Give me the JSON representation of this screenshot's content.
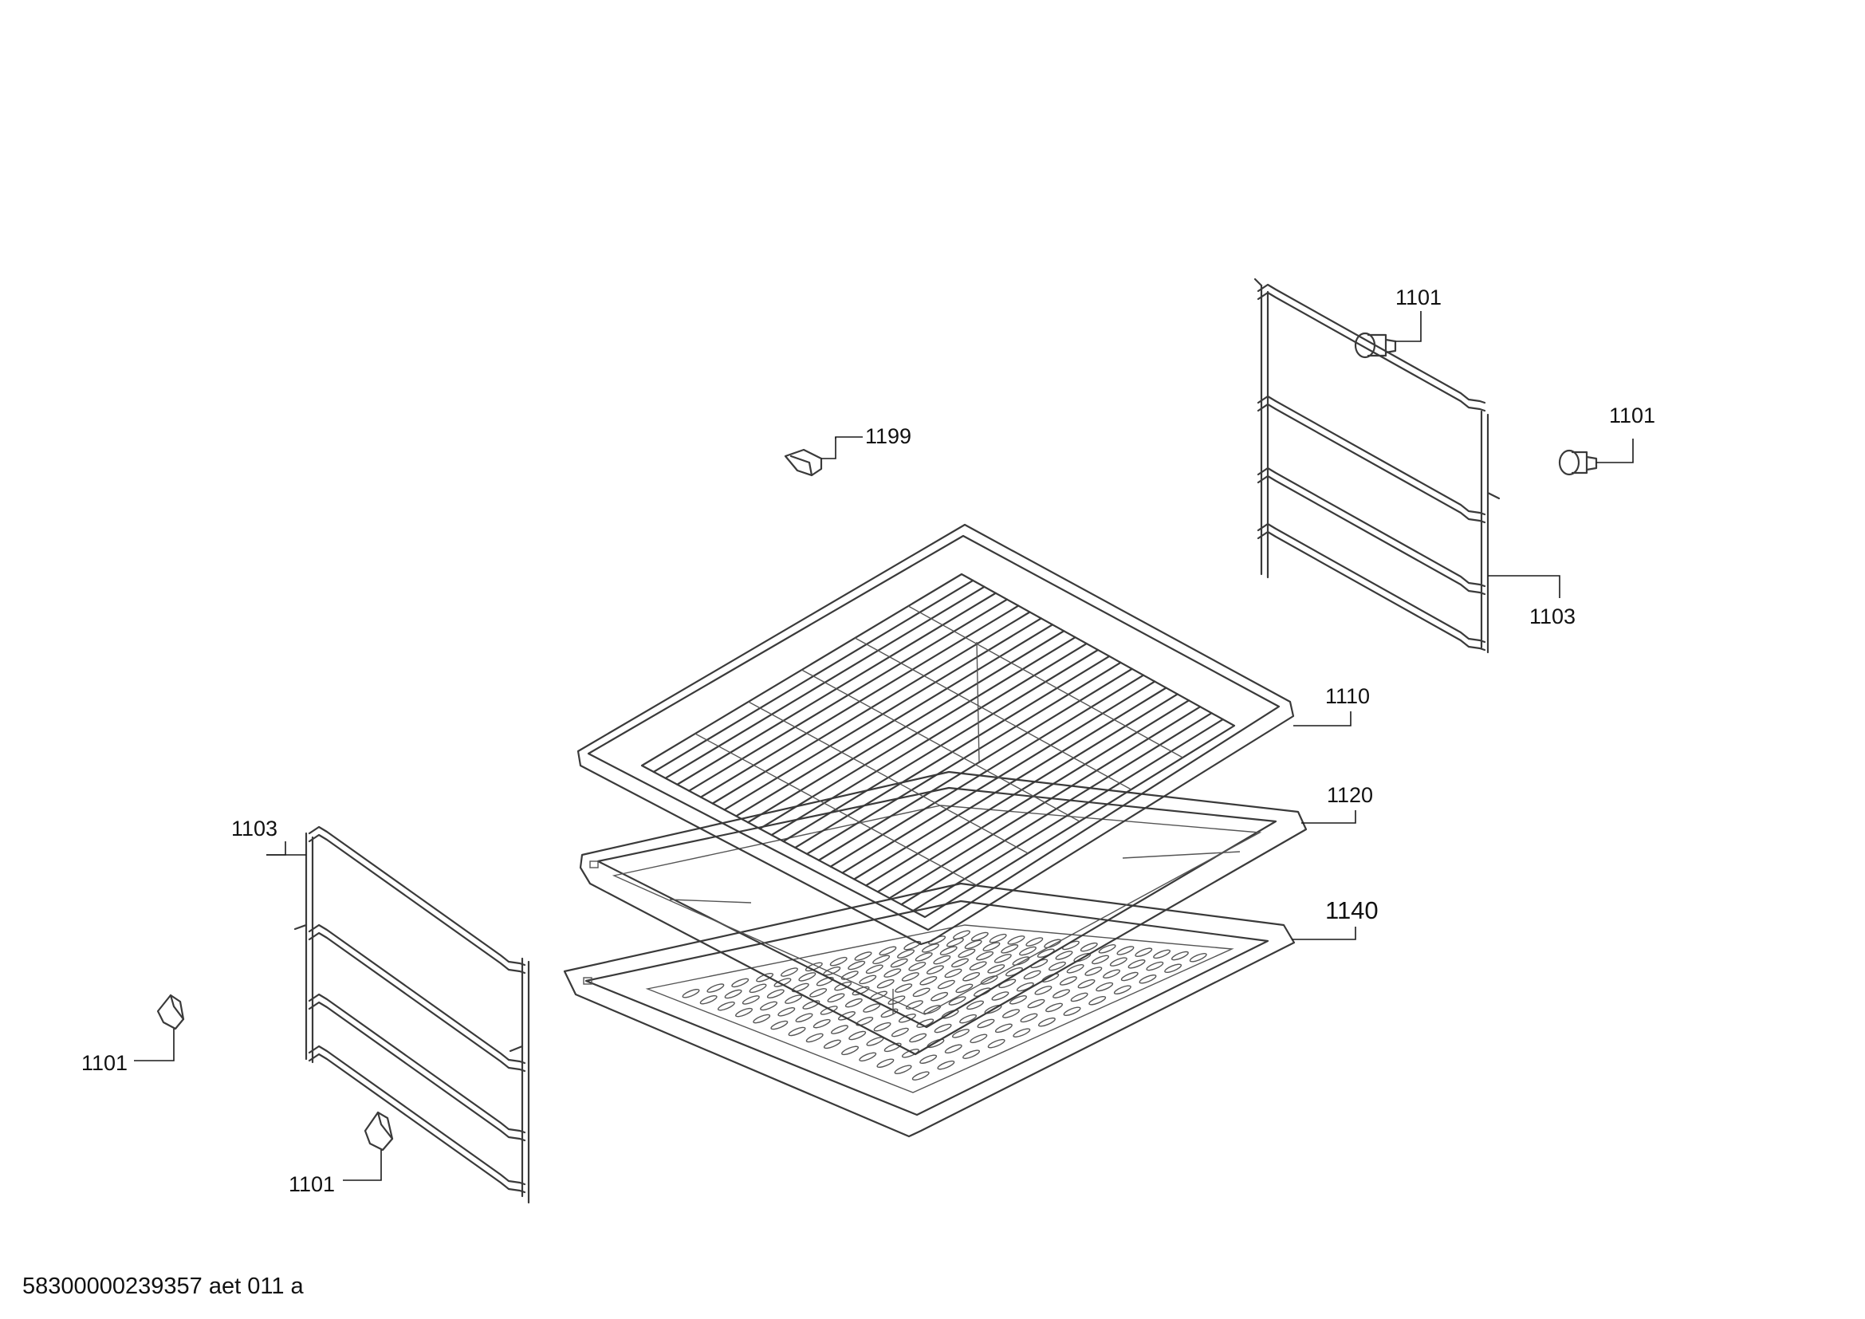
{
  "labels": {
    "clip_top": "1199",
    "rack": "1110",
    "tray_1120": "1120",
    "tray_1140": "1140",
    "rail_right": "1103",
    "rail_left": "1103",
    "screw_right_top": "1101",
    "screw_right_mid": "1101",
    "screw_left_a": "1101",
    "screw_left_b": "1101"
  },
  "document_id": "58300000239357 aet 011 a"
}
